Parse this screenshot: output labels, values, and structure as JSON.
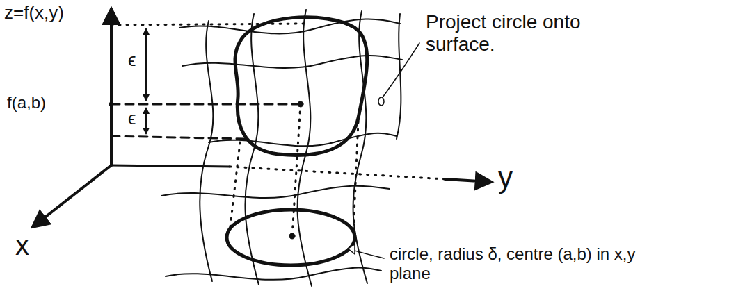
{
  "diagram": {
    "labels": [
      "z=f(x,y)",
      "f(a,b)",
      "ϵ",
      "ϵ",
      "x",
      "y",
      "Project circle onto surface.",
      "circle, radius δ, centre (a,b) in x,y plane"
    ]
  }
}
